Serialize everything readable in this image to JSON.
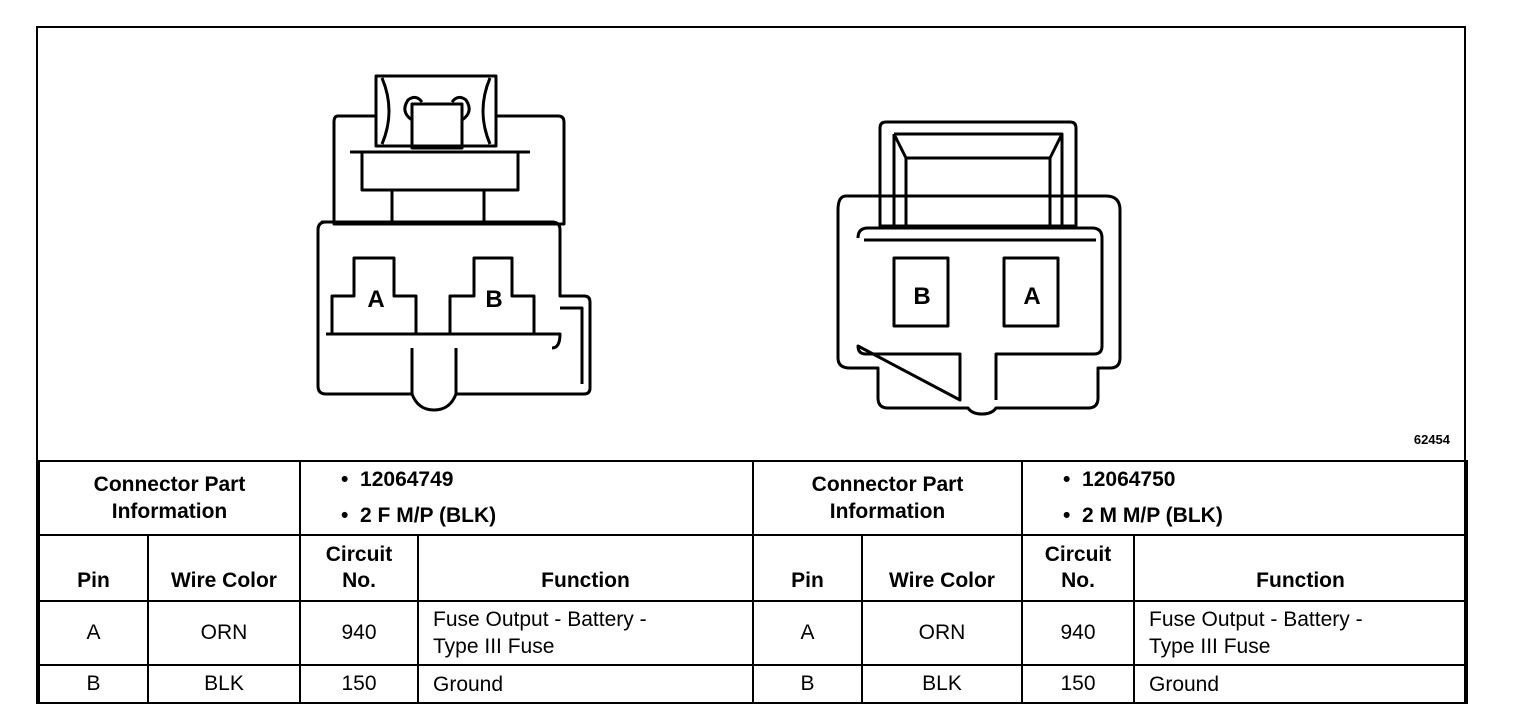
{
  "figure_id": "62454",
  "connectors": [
    {
      "pin_labels": [
        "A",
        "B"
      ],
      "header_label": "Connector Part Information",
      "part_number": "12064749",
      "description": "2 F M/P (BLK)"
    },
    {
      "pin_labels": [
        "B",
        "A"
      ],
      "header_label": "Connector Part Information",
      "part_number": "12064750",
      "description": "2 M M/P (BLK)"
    }
  ],
  "columns": {
    "pin": "Pin",
    "wire_color": "Wire Color",
    "circuit_line1": "Circuit",
    "circuit_line2": "No.",
    "function": "Function"
  },
  "rows": [
    {
      "pin": "A",
      "wire_color": "ORN",
      "circuit": "940",
      "function_line1": "Fuse Output - Battery -",
      "function_line2": "Type III Fuse"
    },
    {
      "pin": "B",
      "wire_color": "BLK",
      "circuit": "150",
      "function_line1": "Ground",
      "function_line2": ""
    }
  ],
  "bullet": "•"
}
